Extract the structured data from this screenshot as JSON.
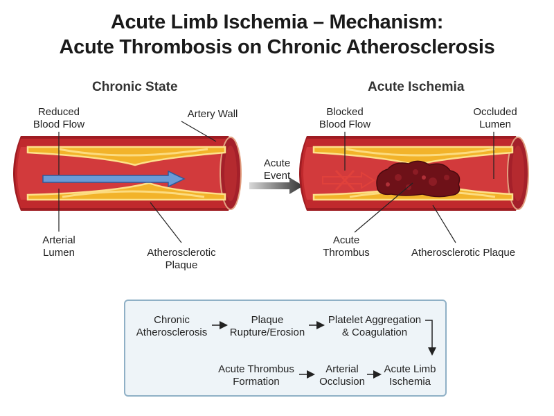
{
  "title_line1": "Acute Limb Ischemia – Mechanism:",
  "title_line2": "Acute Thrombosis on Chronic Atherosclerosis",
  "left_panel": {
    "heading": "Chronic State",
    "label_reduced_flow": [
      "Reduced",
      "Blood Flow"
    ],
    "label_artery_wall": "Artery Wall",
    "label_lumen": [
      "Arterial",
      "Lumen"
    ],
    "label_plaque": [
      "Atherosclerotic",
      "Plaque"
    ]
  },
  "transition": {
    "label": [
      "Acute",
      "Event"
    ]
  },
  "right_panel": {
    "heading": "Acute Ischemia",
    "label_blocked_flow": [
      "Blocked",
      "Blood Flow"
    ],
    "label_occluded": [
      "Occluded",
      "Lumen"
    ],
    "label_thrombus": [
      "Acute",
      "Thrombus"
    ],
    "label_plaque": "Atherosclerotic Plaque"
  },
  "flowchart": {
    "steps": [
      [
        "Chronic",
        "Atherosclerosis"
      ],
      [
        "Plaque",
        "Rupture/Erosion"
      ],
      [
        "Platelet Aggregation",
        "& Coagulation"
      ],
      [
        "Acute Thrombus",
        "Formation"
      ],
      [
        "Arterial",
        "Occlusion"
      ],
      [
        "Acute Limb",
        "Ischemia"
      ]
    ]
  },
  "colors": {
    "artery_wall": "#b8262b",
    "artery_outer": "#9e1c22",
    "lumen": "#d23a3c",
    "plaque_fill": "#f2b32a",
    "plaque_highlight": "#fde08a",
    "thrombus": "#6e1118",
    "flow_arrow": "#6b9bd6",
    "blocked_arrow": "#e0413b",
    "flow_box_bg": "#eef4f8",
    "flow_box_border": "#8fb0c6"
  }
}
